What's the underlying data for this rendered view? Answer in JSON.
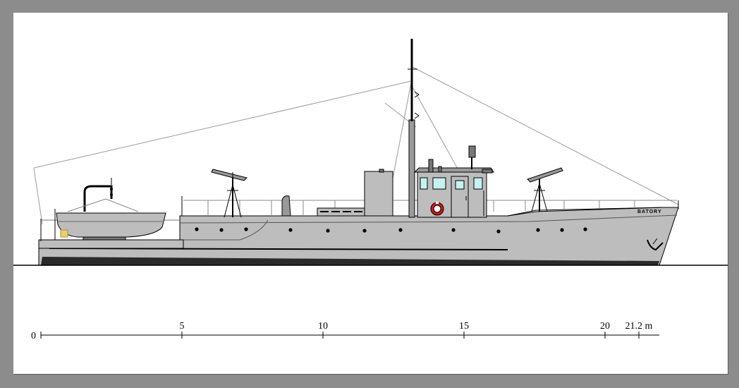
{
  "drawing": {
    "ship_name": "BATORY",
    "colors": {
      "page": "#8c8c8c",
      "paper": "#ffffff",
      "hull": "#bdbdbd",
      "window": "#c8f0f0",
      "lifebuoy": "#d01818",
      "waterline": "#000000"
    }
  },
  "scale": {
    "unit": "m",
    "ticks": [
      {
        "value": 0,
        "label": "0"
      },
      {
        "value": 5,
        "label": "5"
      },
      {
        "value": 10,
        "label": "10"
      },
      {
        "value": 15,
        "label": "15"
      },
      {
        "value": 20,
        "label": "20"
      },
      {
        "value": 21.2,
        "label": "21.2 m"
      }
    ]
  }
}
